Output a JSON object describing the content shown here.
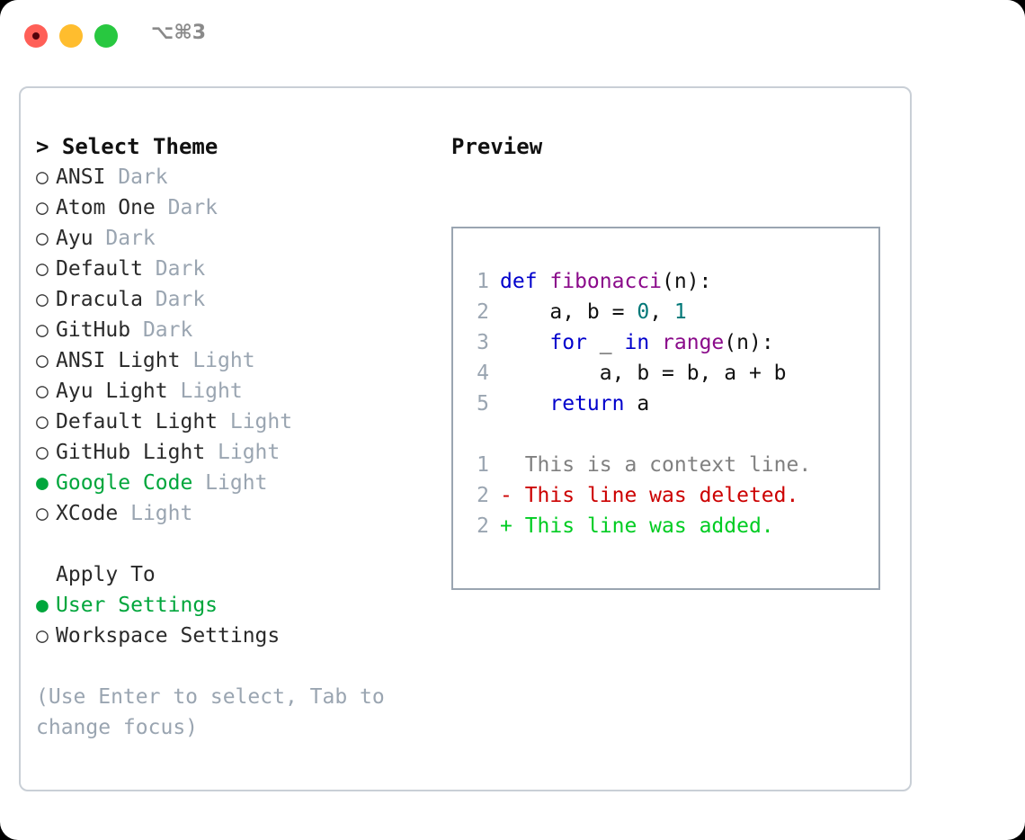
{
  "titlebar": {
    "shortcut": "⌥⌘3",
    "buttons": {
      "close": "close-window",
      "minimize": "minimize-window",
      "maximize": "maximize-window"
    }
  },
  "accent": {
    "green": "#00a63c",
    "muted": "#9aa5b1",
    "text": "#2a2a2a"
  },
  "theme_picker": {
    "header": "> Select Theme",
    "selected_marker": "●",
    "unselected_marker": "○",
    "items": [
      {
        "marker": "○",
        "name": "ANSI",
        "tag": "Dark",
        "selected": false
      },
      {
        "marker": "○",
        "name": "Atom One",
        "tag": "Dark",
        "selected": false
      },
      {
        "marker": "○",
        "name": "Ayu",
        "tag": "Dark",
        "selected": false
      },
      {
        "marker": "○",
        "name": "Default",
        "tag": "Dark",
        "selected": false
      },
      {
        "marker": "○",
        "name": "Dracula",
        "tag": "Dark",
        "selected": false
      },
      {
        "marker": "○",
        "name": "GitHub",
        "tag": "Dark",
        "selected": false
      },
      {
        "marker": "○",
        "name": "ANSI Light",
        "tag": "Light",
        "selected": false
      },
      {
        "marker": "○",
        "name": "Ayu Light",
        "tag": "Light",
        "selected": false
      },
      {
        "marker": "○",
        "name": "Default Light",
        "tag": "Light",
        "selected": false
      },
      {
        "marker": "○",
        "name": "GitHub Light",
        "tag": "Light",
        "selected": false
      },
      {
        "marker": "●",
        "name": "Google Code",
        "tag": "Light",
        "selected": true
      },
      {
        "marker": "○",
        "name": "XCode",
        "tag": "Light",
        "selected": false
      }
    ]
  },
  "apply_to": {
    "header": "Apply To",
    "items": [
      {
        "marker": "●",
        "name": "User Settings",
        "selected": true
      },
      {
        "marker": "○",
        "name": "Workspace Settings",
        "selected": false
      }
    ]
  },
  "hint": "(Use Enter to select, Tab to change focus)",
  "preview": {
    "title": "Preview",
    "code_lines": [
      {
        "num": "1",
        "tokens": [
          {
            "t": "def ",
            "c": "kw"
          },
          {
            "t": "fibonacci",
            "c": "fn"
          },
          {
            "t": "(n):",
            "c": "plain"
          }
        ]
      },
      {
        "num": "2",
        "tokens": [
          {
            "t": "    a, b = ",
            "c": "plain"
          },
          {
            "t": "0",
            "c": "num"
          },
          {
            "t": ", ",
            "c": "plain"
          },
          {
            "t": "1",
            "c": "num"
          }
        ]
      },
      {
        "num": "3",
        "tokens": [
          {
            "t": "    ",
            "c": "plain"
          },
          {
            "t": "for",
            "c": "kw"
          },
          {
            "t": " _ ",
            "c": "plain"
          },
          {
            "t": "in ",
            "c": "kw"
          },
          {
            "t": "range",
            "c": "fn"
          },
          {
            "t": "(n):",
            "c": "plain"
          }
        ]
      },
      {
        "num": "4",
        "tokens": [
          {
            "t": "        a, b = b, a + b",
            "c": "plain"
          }
        ]
      },
      {
        "num": "5",
        "tokens": [
          {
            "t": "    ",
            "c": "plain"
          },
          {
            "t": "return",
            "c": "kw"
          },
          {
            "t": " a",
            "c": "plain"
          }
        ]
      }
    ],
    "diff_lines": [
      {
        "num": "1",
        "sign": " ",
        "text": " This is a context line.",
        "kind": "ctx"
      },
      {
        "num": "2",
        "sign": "-",
        "text": " This line was deleted.",
        "kind": "del"
      },
      {
        "num": "2",
        "sign": "+",
        "text": " This line was added.",
        "kind": "add"
      }
    ]
  }
}
